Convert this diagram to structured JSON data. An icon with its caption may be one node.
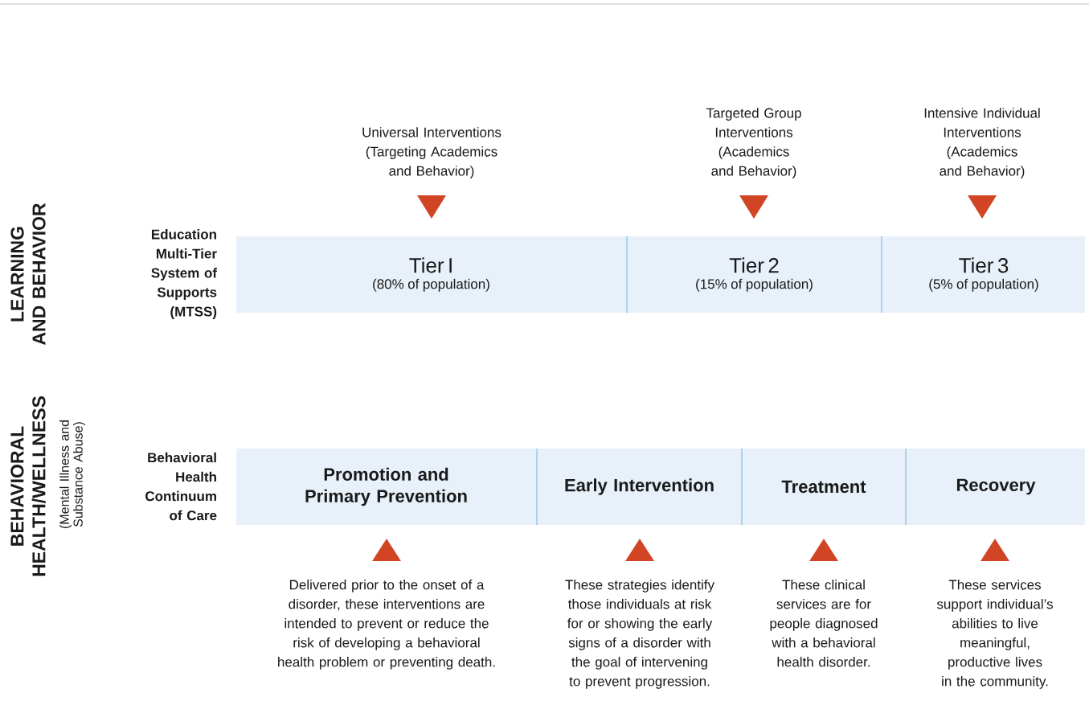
{
  "diagram": {
    "nodes": [
      {
        "text": [
          "Universal Interventions (Targeting Academics and Behavior)"
        ]
      },
      {
        "text": [
          "Targeted Group Interventions (Academics and Behavior)"
        ]
      },
      {
        "text": [
          "Intensive Individual Interventions (Academics and Behavior)"
        ]
      },
      {
        "text": [
          "Tier I",
          "(80% of population)"
        ]
      },
      {
        "text": [
          "Tier 2",
          "(15% of population)"
        ]
      },
      {
        "text": [
          "Tier 3",
          "(5% of population)"
        ]
      },
      {
        "text": [
          "Promotion and Primary Prevention"
        ]
      },
      {
        "text": [
          "Early Intervention"
        ]
      },
      {
        "text": [
          "Treatment"
        ]
      },
      {
        "text": [
          "Recovery"
        ]
      },
      {
        "text": [
          "Delivered prior to the onset of a disorder, these interventions are intended to prevent or reduce the risk of developing a behavioral health problem or preventing death."
        ]
      },
      {
        "text": [
          "These strategies identify those individuals at risk for or showing the early signs of a disorder with the goal of intervening to prevent progression."
        ]
      },
      {
        "text": [
          "These clinical services are for people diagnosed with a behavioral health disorder."
        ]
      },
      {
        "text": [
          "These services support individual’s abilities to live meaningful, productive lives in the community."
        ]
      }
    ],
    "labels": [
      "LEARNING AND BEHAVIOR",
      "Education Multi-Tier System of Supports (MTSS)",
      "BEHAVIORAL HEALTH/WELLNESS",
      "(Mental Illness and Substance Abuse)",
      "Behavioral Health Continuum of Care"
    ]
  }
}
